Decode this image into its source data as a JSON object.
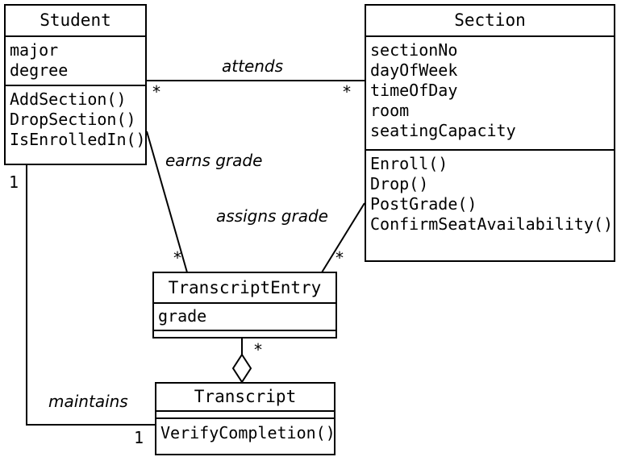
{
  "diagram": {
    "type": "uml-class-diagram",
    "title": "",
    "background_color": "#ffffff",
    "line_color": "#000000"
  },
  "classes": {
    "student": {
      "name": "Student",
      "attributes": [
        "major",
        "degree"
      ],
      "operations": [
        "AddSection()",
        "DropSection()",
        "IsEnrolledIn()"
      ]
    },
    "section": {
      "name": "Section",
      "attributes": [
        "sectionNo",
        "dayOfWeek",
        "timeOfDay",
        "room",
        "seatingCapacity"
      ],
      "operations": [
        "Enroll()",
        "Drop()",
        "PostGrade()",
        "ConfirmSeatAvailability()"
      ]
    },
    "transcript_entry": {
      "name": "TranscriptEntry",
      "attributes": [
        "grade"
      ],
      "operations": []
    },
    "transcript": {
      "name": "Transcript",
      "attributes": [],
      "operations": [
        "VerifyCompletion()"
      ]
    }
  },
  "associations": [
    {
      "id": "attends",
      "label": "attends",
      "from": "Student",
      "to": "Section",
      "from_multiplicity": "*",
      "to_multiplicity": "*",
      "kind": "association"
    },
    {
      "id": "earns-grade",
      "label": "earns grade",
      "from": "Student",
      "to": "TranscriptEntry",
      "from_multiplicity": "",
      "to_multiplicity": "*",
      "kind": "association"
    },
    {
      "id": "assigns-grade",
      "label": "assigns grade",
      "from": "Section",
      "to": "TranscriptEntry",
      "from_multiplicity": "",
      "to_multiplicity": "*",
      "kind": "association"
    },
    {
      "id": "transcript-aggregation",
      "label": "",
      "from": "Transcript",
      "to": "TranscriptEntry",
      "from_multiplicity": "",
      "to_multiplicity": "*",
      "kind": "aggregation"
    },
    {
      "id": "maintains",
      "label": "maintains",
      "from": "Student",
      "to": "Transcript",
      "from_multiplicity": "1",
      "to_multiplicity": "1",
      "kind": "association"
    }
  ],
  "multiplicities": {
    "attends_student_end": "*",
    "attends_section_end": "*",
    "earns_grade_entry_end": "*",
    "assigns_grade_entry_end": "*",
    "aggregation_entry_end": "*",
    "maintains_student_end": "1",
    "maintains_transcript_end": "1"
  }
}
